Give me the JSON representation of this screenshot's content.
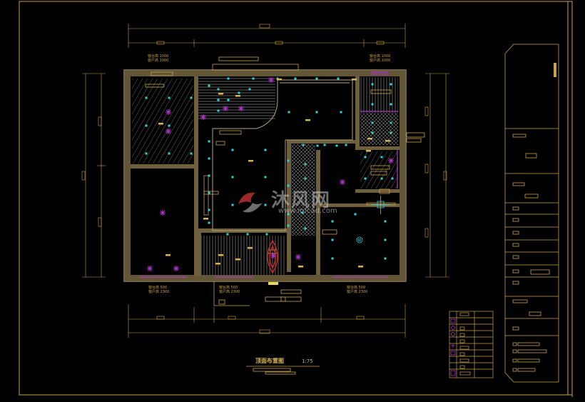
{
  "drawing": {
    "title": "顶面布置图",
    "scale": "1:75",
    "window_notes": {
      "top_left": [
        "窗台高 1000",
        "窗户高 1000"
      ],
      "top_right": [
        "窗台高 1000",
        "窗户高 1000"
      ],
      "bottom_left": [
        "窗台高 500",
        "窗户高 2300"
      ],
      "bottom_mid": [
        "窗台高 500",
        "窗户高 2300"
      ],
      "bottom_right": [
        "窗台高 500",
        "窗户高 2300"
      ]
    }
  },
  "watermark": {
    "name": "沐风网",
    "url": "www.mfcad.com"
  },
  "colors": {
    "background": "#000000",
    "frame": "#c9a24a",
    "wall_fill": "#b9a57a",
    "light": "#27d7e0",
    "fixture": "#b035c8",
    "red_accent": "#d42a2a",
    "hatch": "#9a9a9a"
  }
}
